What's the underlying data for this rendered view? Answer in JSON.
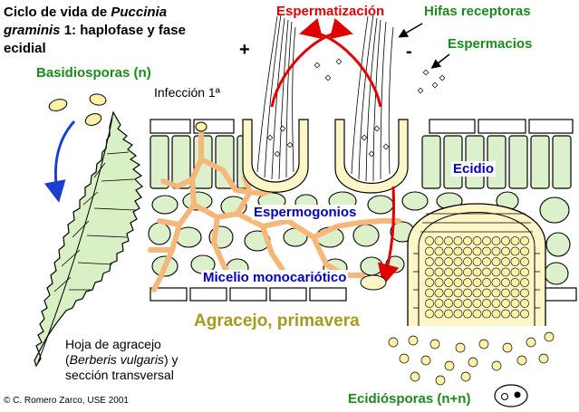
{
  "title": {
    "line1_prefix": "Ciclo de vida de ",
    "line1_italic": "Puccinia",
    "line2_italic": "graminis",
    "line2_rest": " 1: haplofase y fase",
    "line3": "ecidial"
  },
  "labels": {
    "espermatizacion": "Espermatización",
    "hifas_receptoras": "Hifas receptoras",
    "espermacios": "Espermacios",
    "basidiosporas": "Basidiosporas (n)",
    "infeccion": "Infección 1ª",
    "ecidio": "Ecidio",
    "espermogonios": "Espermogonios",
    "micelio": "Micelio monocariótico",
    "season": "Agracejo, primavera",
    "leaf_line1": "Hoja de agracejo",
    "leaf_line2_italic": "Berberis vulgaris",
    "leaf_line2_rest": ") y",
    "leaf_line2_prefix": "(",
    "leaf_line3": "sección transversal",
    "ecidiosporas": "Ecidiósporas (n+n)",
    "copyright": "© C. Romero Zarco, USE 2001",
    "plus": "+",
    "minus": "-"
  },
  "colors": {
    "leaf_fill": "#d9f0c4",
    "cell_fill": "#ddf0cc",
    "hypha": "#f5b87a",
    "spore": "#fff3a8",
    "arrow_red": "#e00000",
    "arrow_blue": "#1a3fd0",
    "outline": "#000000"
  }
}
